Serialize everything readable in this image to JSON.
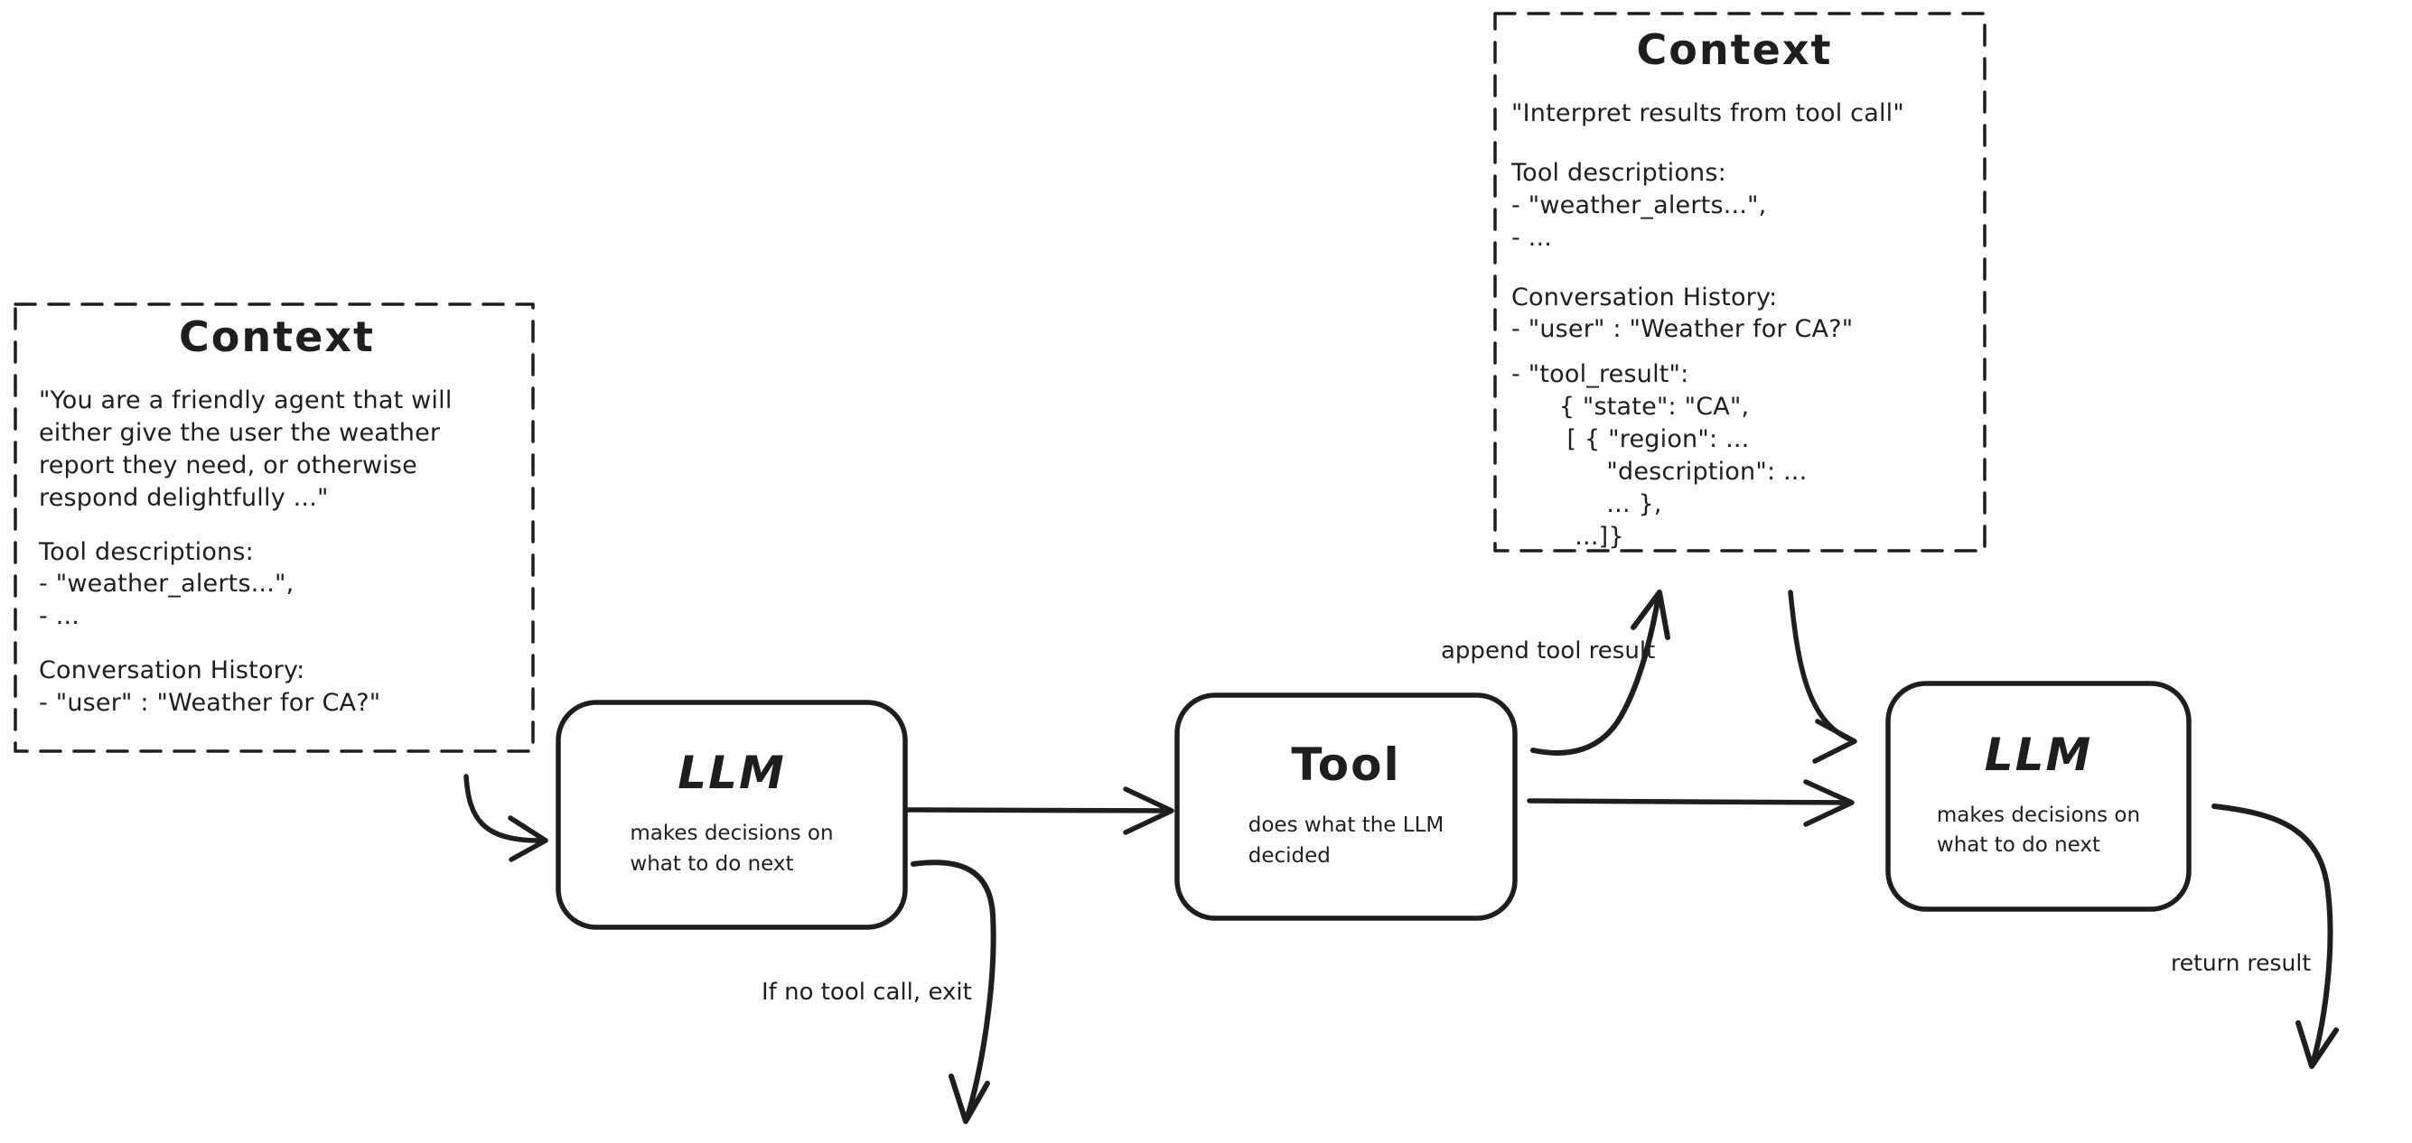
{
  "diagram": {
    "colors": {
      "ink": "#1e1e1e",
      "background": "#ffffff"
    },
    "context_box_left": {
      "title": "Context",
      "system_prompt": "\"You are a friendly agent that will\neither give the user the weather\nreport they need, or otherwise\nrespond delightfully ...\"",
      "tool_descriptions": "Tool descriptions:\n- \"weather_alerts...\",\n- ...",
      "conversation_history": "Conversation History:\n- \"user\" : \"Weather for CA?\""
    },
    "context_box_right": {
      "title": "Context",
      "system_prompt": "\"Interpret results from tool call\"",
      "tool_descriptions": "Tool descriptions:\n- \"weather_alerts...\",\n- ...",
      "conversation_history": "Conversation History:\n- \"user\" : \"Weather for CA?\"",
      "tool_result": "- \"tool_result\":\n      { \"state\": \"CA\",\n       [ { \"region\": ...\n            \"description\": ...\n            ... },\n        ...]}"
    },
    "nodes": {
      "llm_first": {
        "title": "LLM",
        "subtitle": "makes decisions on\nwhat to do next"
      },
      "tool": {
        "title": "Tool",
        "subtitle": "does what the LLM\ndecided"
      },
      "llm_second": {
        "title": "LLM",
        "subtitle": "makes decisions on\nwhat to do next"
      }
    },
    "edge_labels": {
      "append_tool_result": "append tool result",
      "if_no_tool_call": "If no tool call, exit",
      "return_result": "return result"
    }
  }
}
